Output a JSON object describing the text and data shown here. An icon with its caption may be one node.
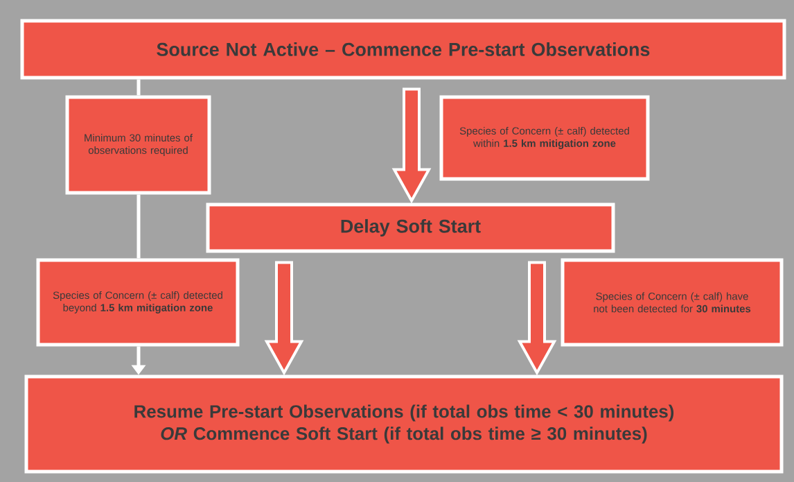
{
  "diagram": {
    "nodes": [
      {
        "text": [
          "Source Not Active – Commence Pre-start Observations"
        ]
      },
      {
        "text": [
          "Minimum 30 minutes of observations required"
        ]
      },
      {
        "text": [
          "Species of Concern (± calf) detected within **1.5 km mitigation zone**"
        ]
      },
      {
        "text": [
          "Delay Soft Start"
        ]
      },
      {
        "text": [
          "Species of Concern (± calf) detected beyond **1.5 km mitigation zone**"
        ]
      },
      {
        "text": [
          "Species of Concern (± calf) have not been detected for **30 minutes**"
        ]
      },
      {
        "text": [
          "Resume Pre-start Observations (if total obs time < 30 minutes)",
          "*OR* Commence Soft Start (if total obs time ≥ 30 minutes)"
        ]
      }
    ],
    "edges": [
      {
        "from": 0,
        "to": 1,
        "arrow": "none"
      },
      {
        "from": 1,
        "to": 4,
        "arrow": "none"
      },
      {
        "from": 4,
        "to": 6,
        "arrow": "to"
      },
      {
        "from": 0,
        "to": 3,
        "arrow": "to",
        "style": "thick"
      },
      {
        "from": 3,
        "to": 6,
        "arrow": "to",
        "style": "thick"
      },
      {
        "from": 3,
        "to": 6,
        "arrow": "to",
        "style": "thick"
      }
    ]
  }
}
